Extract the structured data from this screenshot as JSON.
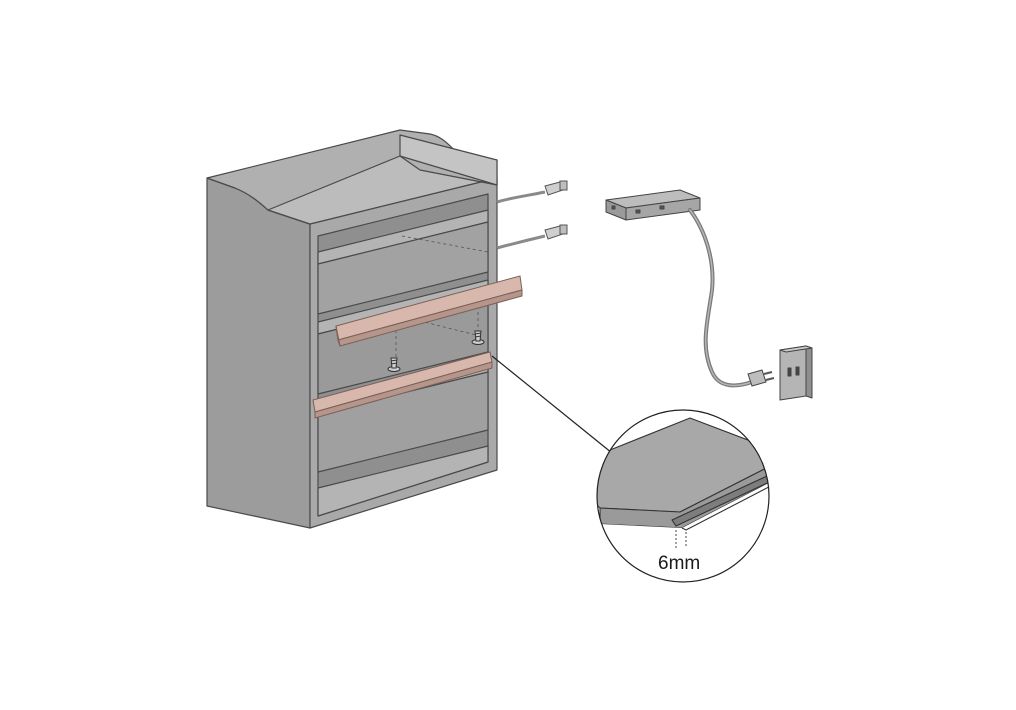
{
  "diagram": {
    "detail_callout": {
      "dimension_label": "6mm"
    },
    "colors": {
      "cabinet_side": "#9c9c9c",
      "cabinet_front": "#a9a9a9",
      "cabinet_interior": "#8f8f8f",
      "shelf_top": "#b4b4b4",
      "led_strip": "#d8b8ac",
      "led_strip_edge": "#b6958a",
      "outline": "#4a4a4a",
      "driver_box": "#a6a6a6",
      "cable": "#7a7a7a"
    },
    "parts": {
      "cabinet": "bookcase-cabinet",
      "led_strips": 2,
      "screws": 2,
      "connectors": 2,
      "driver": "led-driver-box",
      "plug": "wall-plug",
      "outlet": "wall-outlet"
    }
  }
}
